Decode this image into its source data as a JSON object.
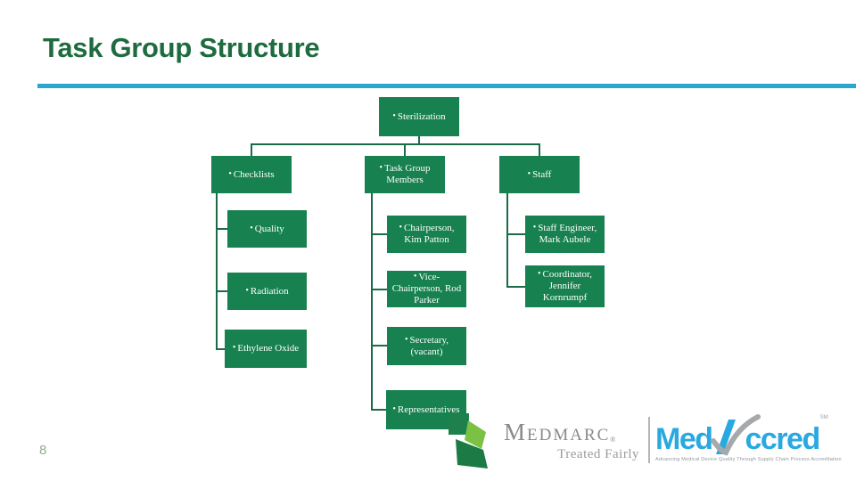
{
  "slide": {
    "title": "Task Group Structure",
    "page_number": "8"
  },
  "colors": {
    "title_green": "#1E6B40",
    "accent_line_blue": "#29A7CD",
    "node_fill_green": "#17814F",
    "connector_green": "#1A6B48",
    "node_text_white": "#FFFFFF",
    "page_number_green": "#8FAE8F",
    "medmarc_gray": "#8A8A8A",
    "medaccred_blue": "#2AA9E0",
    "logo_dark_green": "#1C7A45",
    "logo_light_green": "#7BC143",
    "swoosh_gray": "#A6A9AC"
  },
  "org_chart": {
    "bullet": "•",
    "root": {
      "label": "Sterilization"
    },
    "level2": [
      {
        "label": "Checklists"
      },
      {
        "label": "Task Group Members"
      },
      {
        "label": "Staff"
      }
    ],
    "checklists_children": [
      {
        "label": "Quality"
      },
      {
        "label": "Radiation"
      },
      {
        "label": "Ethylene Oxide"
      }
    ],
    "task_group_children": [
      {
        "label": "Chairperson, Kim Patton"
      },
      {
        "label": "Vice-Chairperson, Rod Parker"
      },
      {
        "label": "Secretary, (vacant)"
      },
      {
        "label": "Representatives"
      }
    ],
    "staff_children": [
      {
        "label": "Staff Engineer, Mark Aubele"
      },
      {
        "label": "Coordinator, Jennifer Kornrumpf"
      }
    ]
  },
  "footer": {
    "medmarc": {
      "name": "Medmarc",
      "registered": "®",
      "tagline": "Treated Fairly"
    },
    "medaccred": {
      "name_prefix": "Med",
      "name_suffix": "ccred",
      "service_mark": "SM",
      "tagline": "Advancing Medical Device Quality Through Supply Chain Process Accreditation"
    }
  }
}
